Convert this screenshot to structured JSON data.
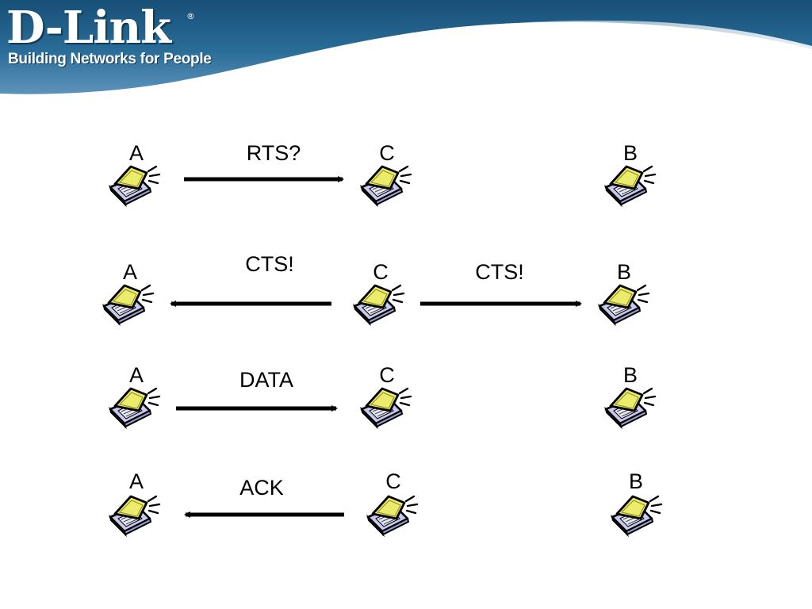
{
  "logo": {
    "name": "D-Link",
    "registered": "®",
    "tagline": "Building Networks for People"
  },
  "colors": {
    "header_dark": "#1f5d86",
    "header_light": "#6fa3c8",
    "laptop_screen": "#e8e86a",
    "laptop_body": "#c9c9ee",
    "ink": "#000000"
  },
  "nodes": [
    "A",
    "C",
    "B"
  ],
  "rows": [
    {
      "labels": {
        "A": "A",
        "C": "C",
        "B": "B"
      },
      "messages": [
        {
          "from": "A",
          "to": "C",
          "label": "RTS?"
        }
      ]
    },
    {
      "labels": {
        "A": "A",
        "C": "C",
        "B": "B"
      },
      "messages": [
        {
          "from": "C",
          "to": "A",
          "label": "CTS!"
        },
        {
          "from": "C",
          "to": "B",
          "label": "CTS!"
        }
      ]
    },
    {
      "labels": {
        "A": "A",
        "C": "C",
        "B": "B"
      },
      "messages": [
        {
          "from": "A",
          "to": "C",
          "label": "DATA"
        }
      ]
    },
    {
      "labels": {
        "A": "A",
        "C": "C",
        "B": "B"
      },
      "messages": [
        {
          "from": "C",
          "to": "A",
          "label": "ACK"
        }
      ]
    }
  ],
  "icon": "laptop-with-signal-icon"
}
